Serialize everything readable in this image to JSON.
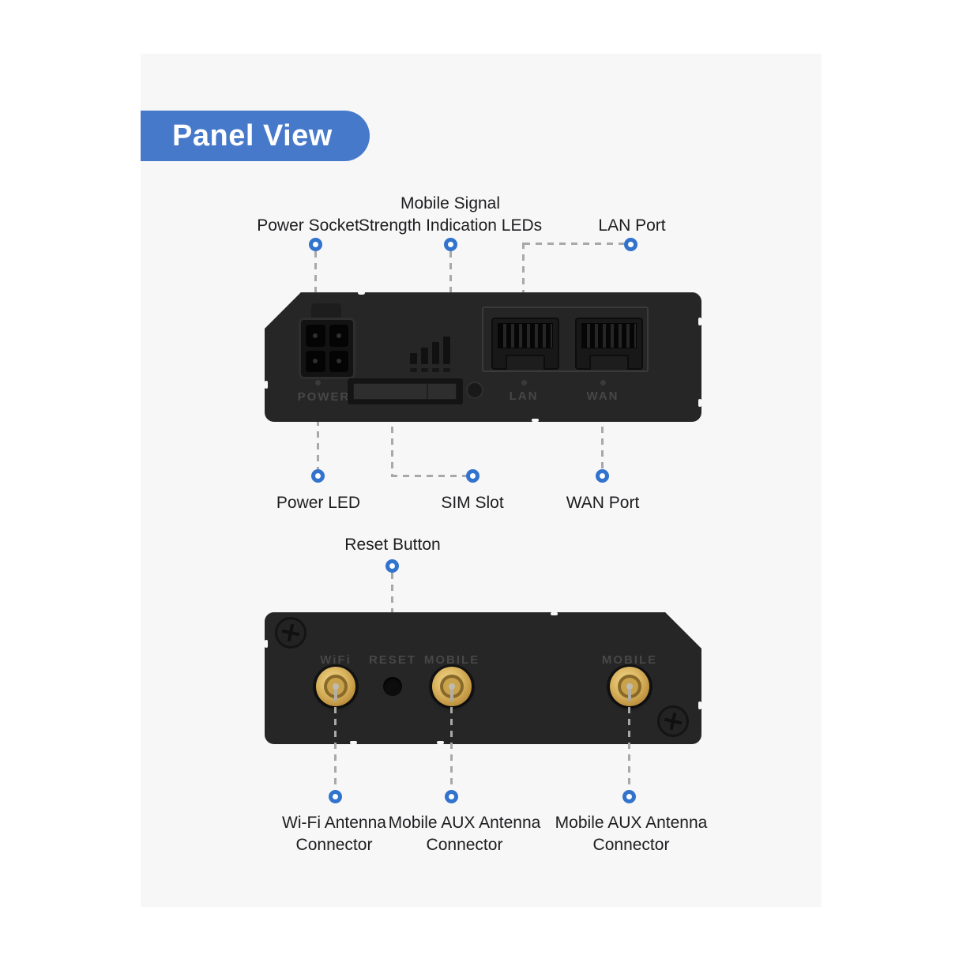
{
  "header": {
    "badge": "Panel View"
  },
  "colors": {
    "accent_blue": "#4679ca",
    "marker_blue": "#3173cd",
    "dash_gray": "#a8a8a8",
    "panel_black": "#262626",
    "content_background": "#f7f7f8",
    "page_background": "#ffffff",
    "label_text": "#1d1d1f",
    "connector_gold": "#d2a952"
  },
  "top_diagram": {
    "callouts": {
      "power_socket": "Power Socket",
      "mobile_signal_line1": "Mobile Signal",
      "mobile_signal_line2": "Strength Indication LEDs",
      "lan_port": "LAN Port",
      "power_led": "Power LED",
      "sim_slot": "SIM Slot",
      "wan_port": "WAN Port"
    },
    "device_labels": {
      "power": "POWER",
      "lan": "LAN",
      "wan": "WAN"
    }
  },
  "bottom_diagram": {
    "callouts": {
      "reset_button": "Reset Button",
      "wifi_antenna_line1": "Wi-Fi Antenna",
      "wifi_antenna_line2": "Connector",
      "mobile_aux1_line1": "Mobile AUX Antenna",
      "mobile_aux1_line2": "Connector",
      "mobile_aux2_line1": "Mobile AUX Antenna",
      "mobile_aux2_line2": "Connector"
    },
    "device_labels": {
      "wifi": "WiFi",
      "reset": "RESET",
      "mobile1": "MOBILE",
      "mobile2": "MOBILE"
    }
  }
}
